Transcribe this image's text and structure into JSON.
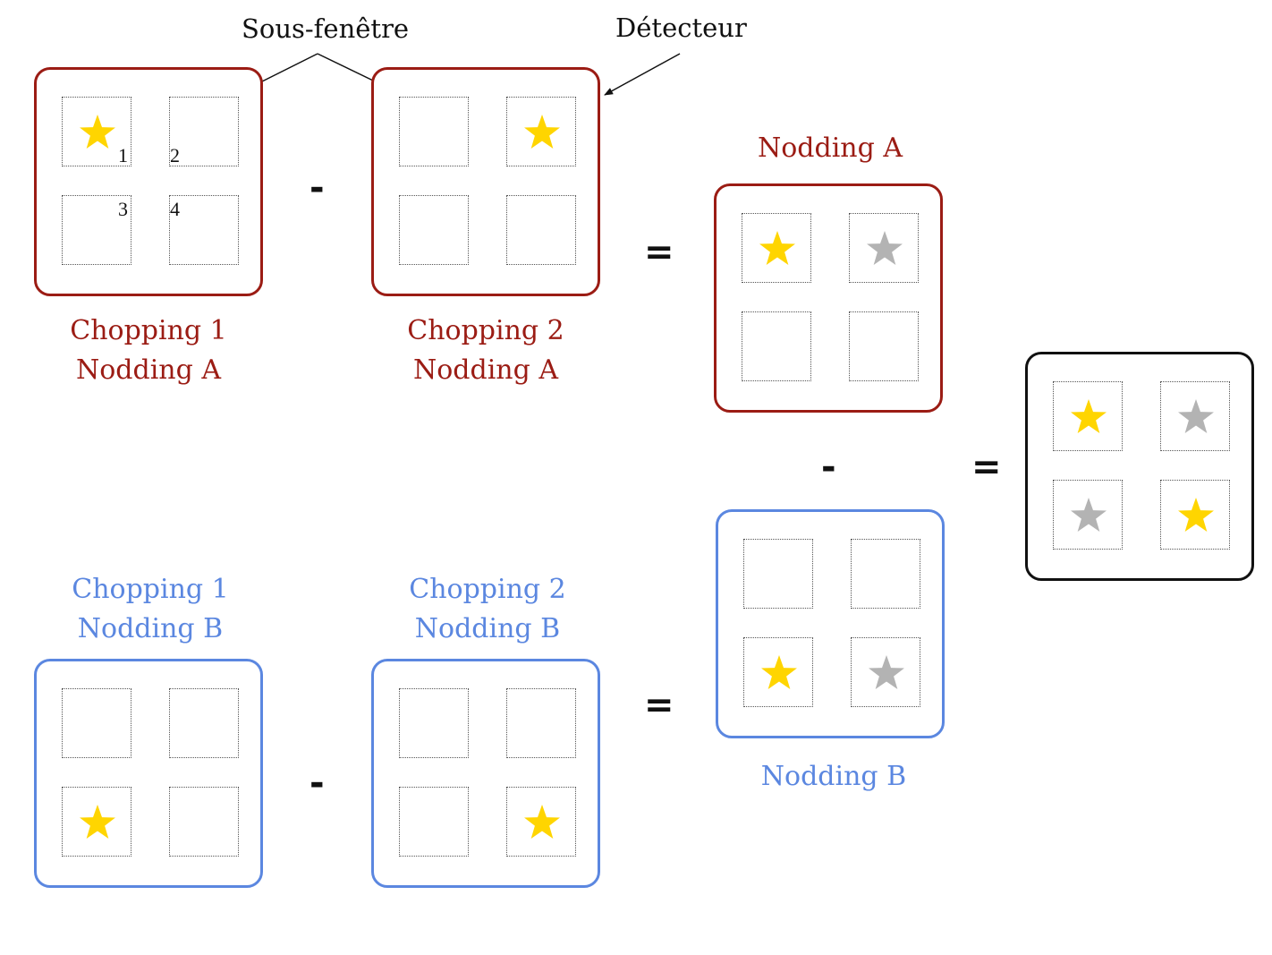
{
  "annotations": {
    "subwindow": "Sous-fenêtre",
    "detector": "Détecteur"
  },
  "subwindow_numbers": [
    "1",
    "2",
    "3",
    "4"
  ],
  "colors": {
    "nodding_a": "#9b1c14",
    "nodding_b": "#5b87e0",
    "result": "#111111",
    "star_source": "#ffd500",
    "star_ghost": "#b3b3b3"
  },
  "operators": {
    "minus": "-",
    "equals": "="
  },
  "panels": {
    "chop1_nodA": {
      "lines": [
        "Chopping  1",
        "Nodding A"
      ],
      "stars": [
        "source",
        "none",
        "none",
        "none"
      ]
    },
    "chop2_nodA": {
      "lines": [
        "Chopping  2",
        "Nodding A"
      ],
      "stars": [
        "none",
        "source",
        "none",
        "none"
      ]
    },
    "nodA": {
      "lines": [
        "Nodding A"
      ],
      "stars": [
        "source",
        "ghost",
        "none",
        "none"
      ]
    },
    "chop1_nodB": {
      "lines": [
        "Chopping  1",
        "Nodding B"
      ],
      "stars": [
        "none",
        "none",
        "source",
        "none"
      ]
    },
    "chop2_nodB": {
      "lines": [
        "Chopping  2",
        "Nodding B"
      ],
      "stars": [
        "none",
        "none",
        "none",
        "source"
      ]
    },
    "nodB": {
      "lines": [
        "Nodding B"
      ],
      "stars": [
        "none",
        "none",
        "source",
        "ghost"
      ]
    },
    "result": {
      "stars": [
        "source",
        "ghost",
        "ghost",
        "source"
      ]
    }
  }
}
